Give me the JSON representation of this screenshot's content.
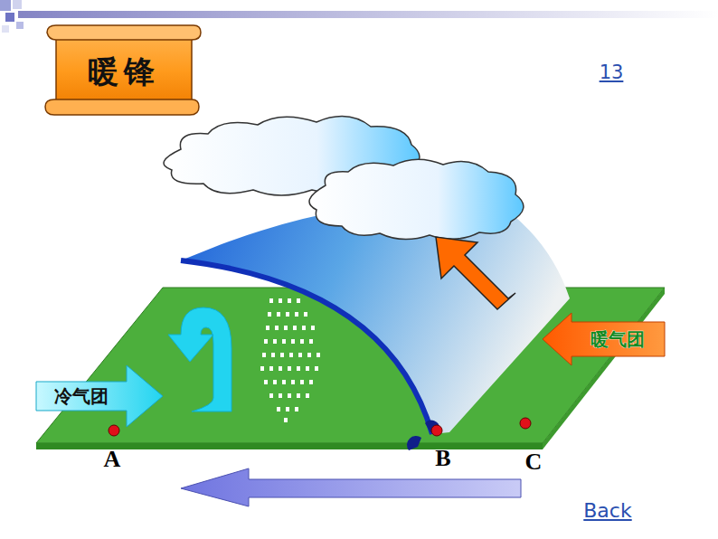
{
  "diagram": {
    "title": "暖锋",
    "nodes": [
      {
        "text": [
          "冷气团"
        ]
      },
      {
        "text": [
          "暖气团"
        ]
      }
    ],
    "labels": [
      "13",
      "A",
      "B",
      "C",
      "Back"
    ]
  }
}
